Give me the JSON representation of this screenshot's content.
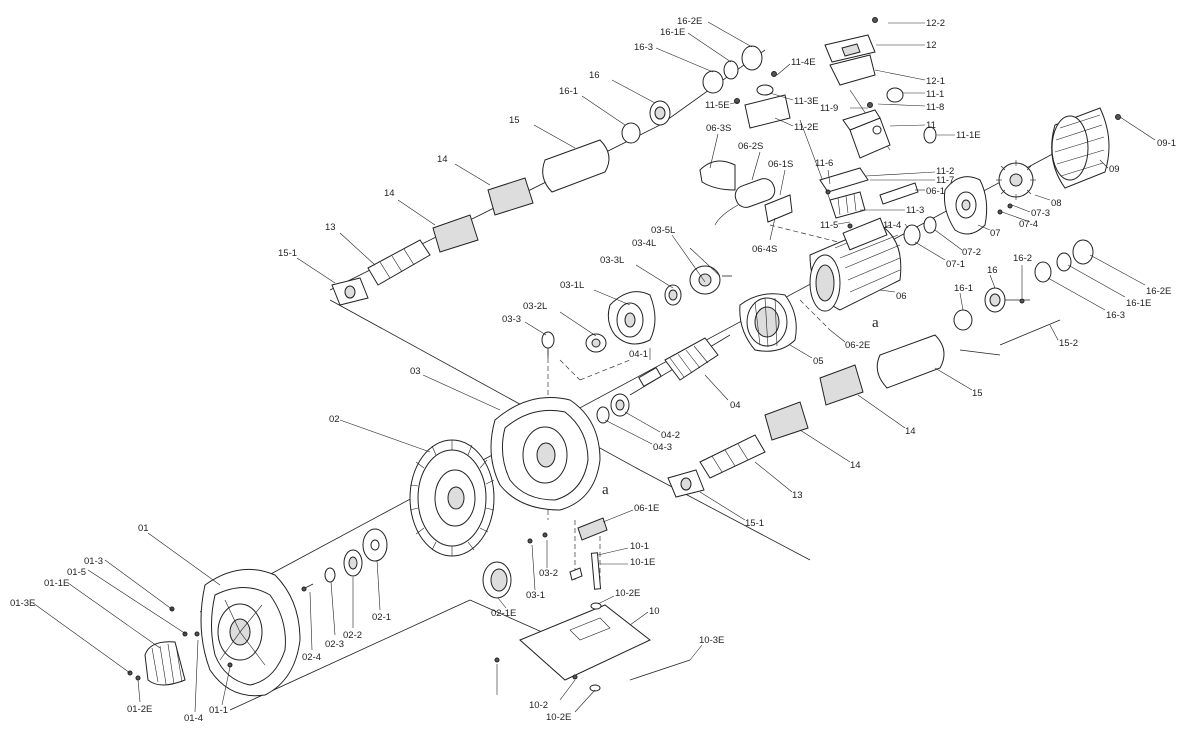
{
  "labels": {
    "p12_2": "12-2",
    "p12": "12",
    "p12_1": "12-1",
    "p11_1": "11-1",
    "p11_9": "11-9",
    "p11_8": "11-8",
    "p11": "11",
    "p11_1E": "11-1E",
    "p09_1": "09-1",
    "p09": "09",
    "p11_4E": "11-4E",
    "p11_5E": "11-5E",
    "p11_3E": "11-3E",
    "p11_2E": "11-2E",
    "p16_2E_a": "16-2E",
    "p16_1E_a": "16-1E",
    "p16_3_a": "16-3",
    "p16_a": "16",
    "p16_1_a": "16-1",
    "p15_a": "15",
    "p14_a": "14",
    "p14_b": "14",
    "p13_a": "13",
    "p15_1_a": "15-1",
    "p06_3S": "06-3S",
    "p06_2S": "06-2S",
    "p06_1S": "06-1S",
    "p06_4S": "06-4S",
    "p11_6": "11-6",
    "p11_2": "11-2",
    "p11_7": "11-7",
    "p06_1": "06-1",
    "p11_3": "11-3",
    "p11_5": "11-5",
    "p11_4": "11-4",
    "p08": "08",
    "p07_3": "07-3",
    "p07_4": "07-4",
    "p07": "07",
    "p07_2": "07-2",
    "p07_1": "07-1",
    "p06": "06",
    "p06_2E": "06-2E",
    "p16_2_b": "16-2",
    "p16_b": "16",
    "p16_1_b": "16-1",
    "p16_2E_b": "16-2E",
    "p16_1E_b": "16-1E",
    "p16_3_b": "16-3",
    "p15_2": "15-2",
    "p15_b": "15",
    "p14_c": "14",
    "p14_d": "14",
    "p13_b": "13",
    "p15_1_b": "15-1",
    "p03_5L": "03-5L",
    "p03_4L": "03-4L",
    "p03_3L": "03-3L",
    "p03_1L": "03-1L",
    "p03_2L": "03-2L",
    "p03_3": "03-3",
    "p04_1": "04-1",
    "p05": "05",
    "p04": "04",
    "p04_2": "04-2",
    "p04_3": "04-3",
    "p03": "03",
    "p02": "02",
    "p06_1E": "06-1E",
    "p10_1": "10-1",
    "p10_1E": "10-1E",
    "p10_2E_a": "10-2E",
    "p10": "10",
    "p10_3E": "10-3E",
    "p10_2": "10-2",
    "p10_2E_b": "10-2E",
    "p03_2": "03-2",
    "p03_1": "03-1",
    "p02_1E": "02-1E",
    "p02_1": "02-1",
    "p02_2": "02-2",
    "p02_3": "02-3",
    "p02_4": "02-4",
    "p01": "01",
    "p01_3": "01-3",
    "p01_5": "01-5",
    "p01_1E": "01-1E",
    "p01_3E": "01-3E",
    "p01_2E": "01-2E",
    "p01_4": "01-4",
    "p01_1": "01-1",
    "a_upper": "a",
    "a_lower": "a"
  },
  "colors": {
    "line": "#222222",
    "fill": "#ffffff",
    "shade": "#dddddd"
  }
}
